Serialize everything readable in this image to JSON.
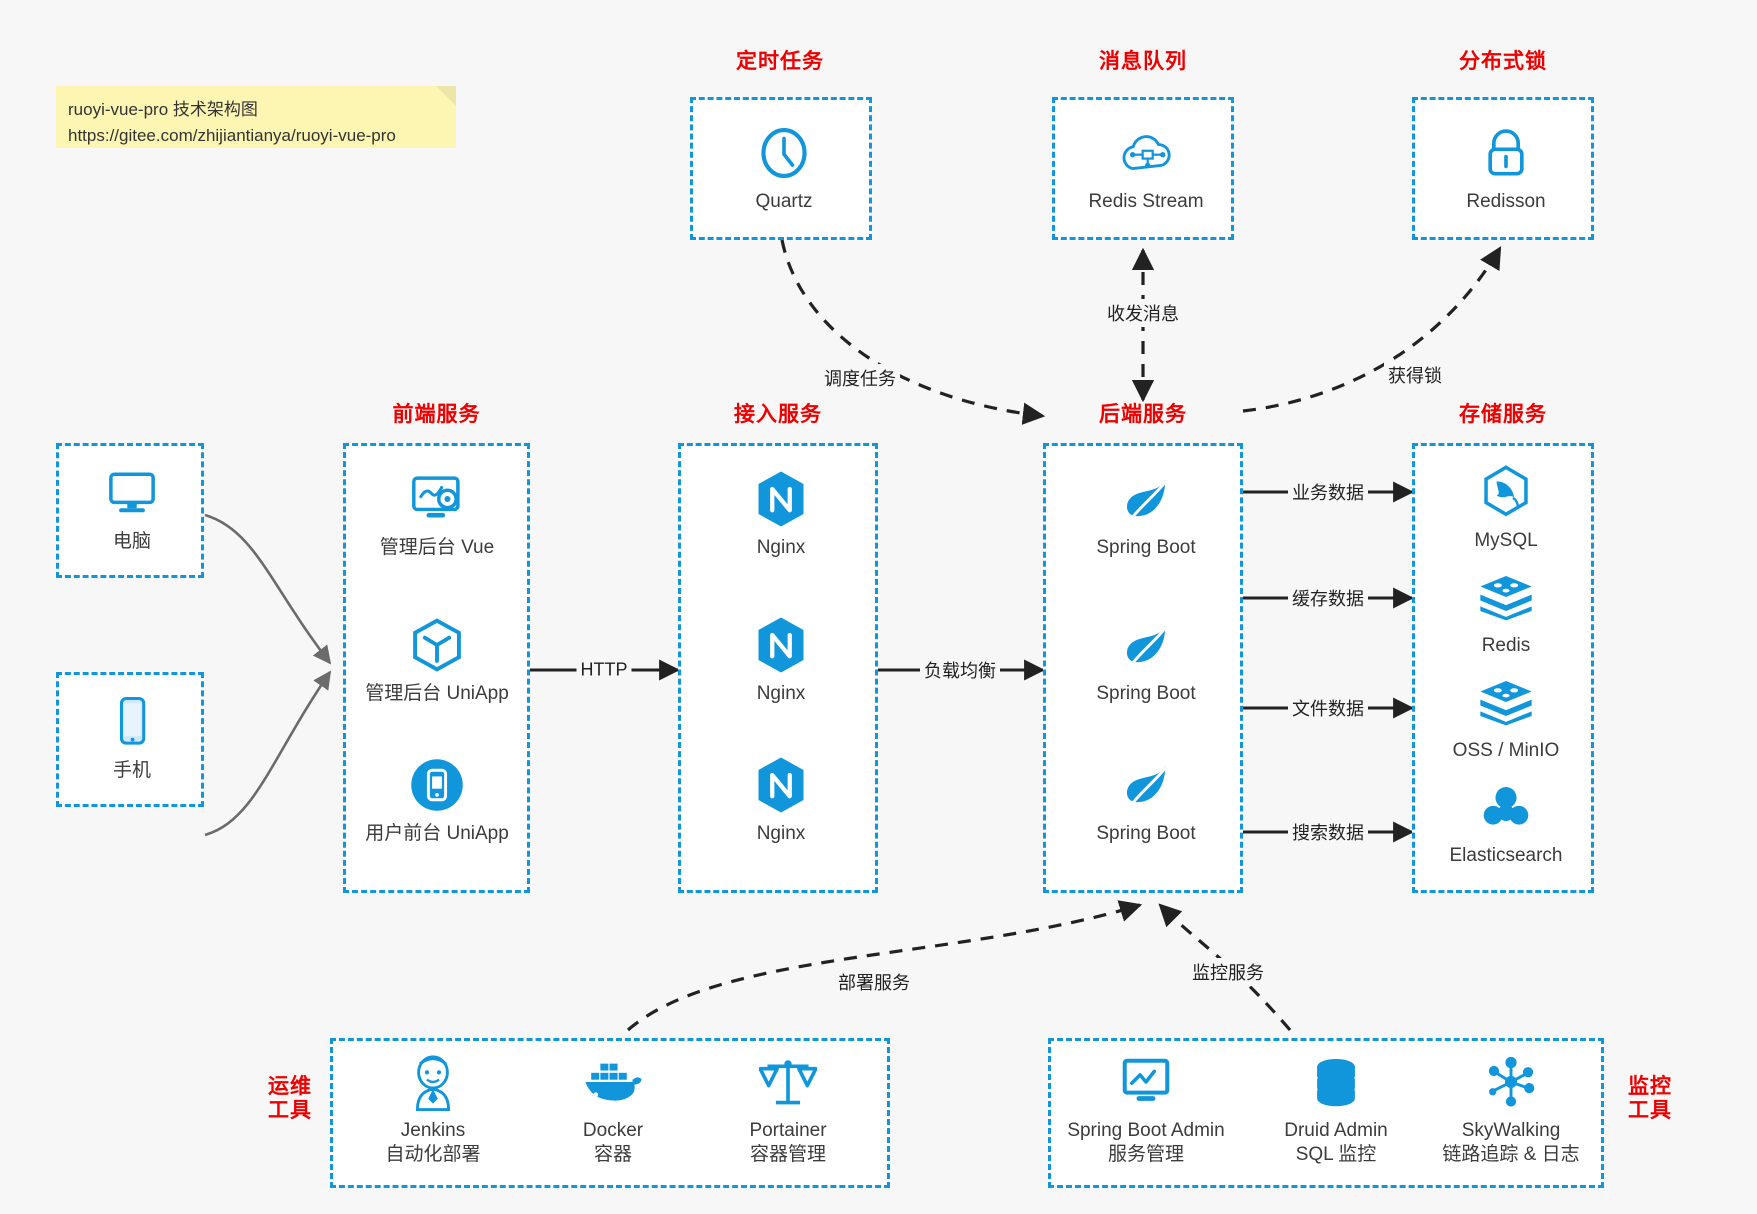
{
  "note": {
    "line1": "ruoyi-vue-pro 技术架构图",
    "line2": "https://gitee.com/zhijiantianya/ruoyi-vue-pro"
  },
  "colors": {
    "accent": "#1296db",
    "title": "#ee0000",
    "background": "#f7f7f7",
    "box_fill": "#ffffff",
    "note_fill": "#fdf6b2",
    "text": "#3c3c3c",
    "arrow": "#222222"
  },
  "groups": {
    "scheduled_task": {
      "title": "定时任务",
      "nodes": [
        {
          "label": "Quartz",
          "icon": "clock-icon"
        }
      ]
    },
    "message_queue": {
      "title": "消息队列",
      "nodes": [
        {
          "label": "Redis Stream",
          "icon": "cloud-stream-icon"
        }
      ]
    },
    "distributed_lock": {
      "title": "分布式锁",
      "nodes": [
        {
          "label": "Redisson",
          "icon": "lock-icon"
        }
      ]
    },
    "clients": {
      "nodes": [
        {
          "label": "电脑",
          "icon": "desktop-icon"
        },
        {
          "label": "手机",
          "icon": "mobile-icon"
        }
      ]
    },
    "frontend": {
      "title": "前端服务",
      "nodes": [
        {
          "label": "管理后台 Vue",
          "icon": "dashboard-gear-icon"
        },
        {
          "label": "管理后台 UniApp",
          "icon": "cube-icon"
        },
        {
          "label": "用户前台 UniApp",
          "icon": "phone-app-icon"
        }
      ]
    },
    "gateway": {
      "title": "接入服务",
      "nodes": [
        {
          "label": "Nginx",
          "icon": "nginx-icon"
        },
        {
          "label": "Nginx",
          "icon": "nginx-icon"
        },
        {
          "label": "Nginx",
          "icon": "nginx-icon"
        }
      ]
    },
    "backend": {
      "title": "后端服务",
      "nodes": [
        {
          "label": "Spring Boot",
          "icon": "spring-leaf-icon"
        },
        {
          "label": "Spring Boot",
          "icon": "spring-leaf-icon"
        },
        {
          "label": "Spring Boot",
          "icon": "spring-leaf-icon"
        }
      ]
    },
    "storage": {
      "title": "存储服务",
      "nodes": [
        {
          "label": "MySQL",
          "icon": "mysql-dolphin-icon"
        },
        {
          "label": "Redis",
          "icon": "redis-stack-icon"
        },
        {
          "label": "OSS / MinIO",
          "icon": "redis-stack-icon"
        },
        {
          "label": "Elasticsearch",
          "icon": "elasticsearch-icon"
        }
      ]
    },
    "devops": {
      "title_line1": "运维",
      "title_line2": "工具",
      "nodes": [
        {
          "label": "Jenkins",
          "sublabel": "自动化部署",
          "icon": "jenkins-butler-icon"
        },
        {
          "label": "Docker",
          "sublabel": "容器",
          "icon": "docker-whale-icon"
        },
        {
          "label": "Portainer",
          "sublabel": "容器管理",
          "icon": "scales-icon"
        }
      ]
    },
    "monitoring": {
      "title_line1": "监控",
      "title_line2": "工具",
      "nodes": [
        {
          "label": "Spring Boot Admin",
          "sublabel": "服务管理",
          "icon": "monitor-chart-icon"
        },
        {
          "label": "Druid Admin",
          "sublabel": "SQL 监控",
          "icon": "database-icon"
        },
        {
          "label": "SkyWalking",
          "sublabel": "链路追踪 & 日志",
          "icon": "network-graph-icon"
        }
      ]
    }
  },
  "edges": [
    {
      "label": "调度任务",
      "from": "scheduled_task",
      "to": "backend",
      "style": "dashed"
    },
    {
      "label": "收发消息",
      "from": "backend",
      "to": "message_queue",
      "style": "dashed-bidirectional"
    },
    {
      "label": "获得锁",
      "from": "backend",
      "to": "distributed_lock",
      "style": "dashed"
    },
    {
      "label": "HTTP",
      "from": "frontend",
      "to": "gateway",
      "style": "solid"
    },
    {
      "label": "负载均衡",
      "from": "gateway",
      "to": "backend",
      "style": "solid"
    },
    {
      "label": "业务数据",
      "from": "backend",
      "to": "MySQL",
      "style": "solid"
    },
    {
      "label": "缓存数据",
      "from": "backend",
      "to": "Redis",
      "style": "solid"
    },
    {
      "label": "文件数据",
      "from": "backend",
      "to": "OSS / MinIO",
      "style": "solid"
    },
    {
      "label": "搜索数据",
      "from": "backend",
      "to": "Elasticsearch",
      "style": "solid"
    },
    {
      "label": "部署服务",
      "from": "devops",
      "to": "backend",
      "style": "dashed"
    },
    {
      "label": "监控服务",
      "from": "monitoring",
      "to": "backend",
      "style": "dashed"
    }
  ]
}
